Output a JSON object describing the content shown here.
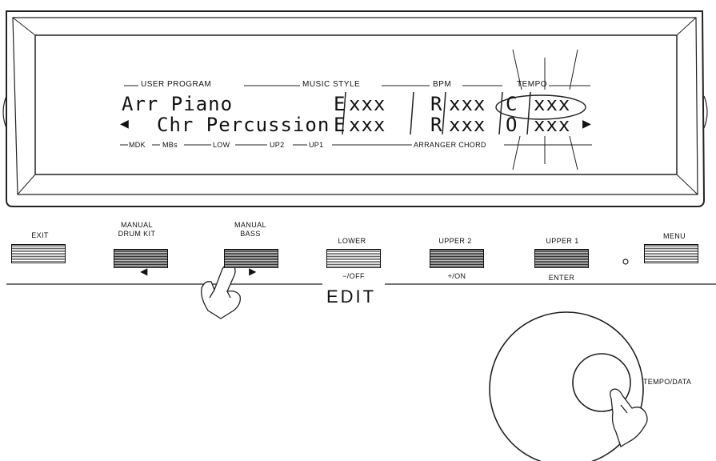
{
  "display": {
    "headers": {
      "user_program": "USER PROGRAM",
      "music_style": "MUSIC STYLE",
      "bpm": "BPM",
      "tempo": "TEMPO"
    },
    "line1": {
      "name": "Arr Piano",
      "e_flag": "E",
      "e_value": "xxx",
      "r_flag": "R",
      "r_value": "xxx",
      "c_flag": "C",
      "c_value": "xxx"
    },
    "line2": {
      "name": "Chr Percussion",
      "e_flag": "E",
      "e_value": "xxx",
      "r_flag": "R",
      "r_value": "xxx",
      "c_flag": "O",
      "c_value": "xxx"
    },
    "bottom_labels": {
      "mdk": "MDK",
      "mbs": "MBs",
      "low": "LOW",
      "up2": "UP2",
      "up1": "UP1",
      "arranger_chord": "ARRANGER CHORD"
    },
    "arrow_left": "◀",
    "arrow_right": "▶"
  },
  "buttons": {
    "exit": {
      "label": "EXIT"
    },
    "manual_drum_kit": {
      "label_line1": "MANUAL",
      "label_line2": "DRUM KIT",
      "below": "◀"
    },
    "manual_bass": {
      "label_line1": "MANUAL",
      "label_line2": "BASS",
      "below": "▶"
    },
    "lower": {
      "label": "LOWER",
      "below": "−/OFF"
    },
    "upper2": {
      "label": "UPPER 2",
      "below": "+/ON"
    },
    "upper1": {
      "label": "UPPER 1",
      "below": "ENTER"
    },
    "menu": {
      "label": "MENU"
    }
  },
  "edit_label": "EDIT",
  "dial_label": "TEMPO/DATA"
}
